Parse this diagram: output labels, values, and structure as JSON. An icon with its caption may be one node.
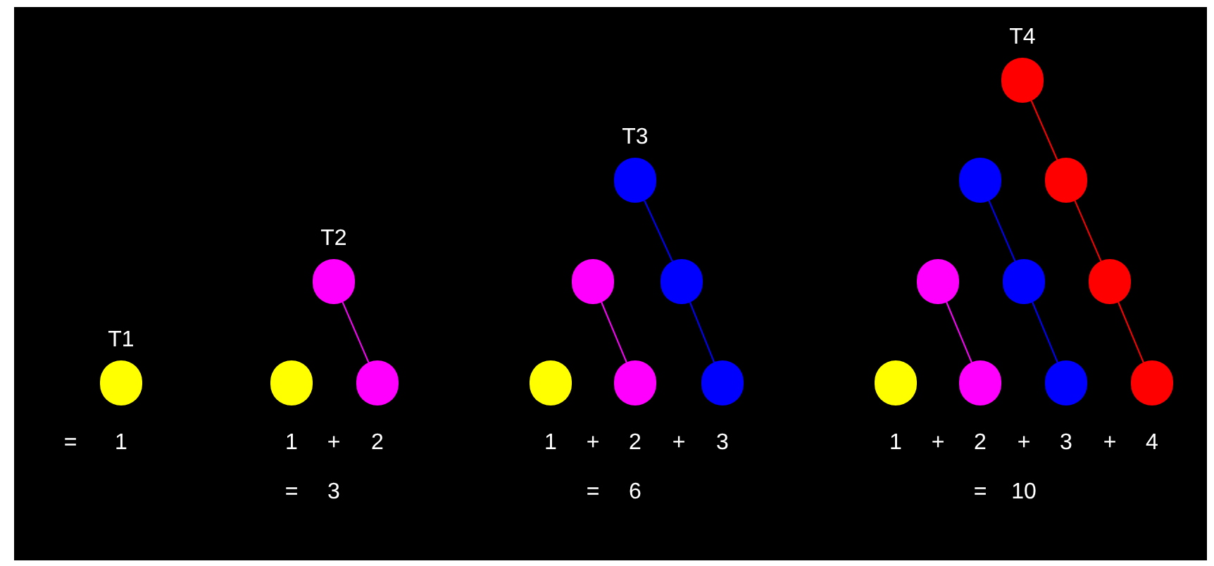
{
  "diagram": {
    "nodes": [
      {
        "text": [
          "T1"
        ]
      },
      {
        "text": [
          "T2"
        ]
      },
      {
        "text": [],
        "shape": "circle"
      },
      {
        "text": [],
        "shape": "circle"
      },
      {
        "text": [
          "T3"
        ]
      },
      {
        "text": [],
        "shape": "circle"
      },
      {
        "text": [],
        "shape": "circle"
      },
      {
        "text": [],
        "shape": "circle"
      },
      {
        "text": [],
        "shape": "circle"
      },
      {
        "text": [],
        "shape": "circle"
      },
      {
        "text": [
          "T4"
        ]
      },
      {
        "text": [],
        "shape": "circle"
      },
      {
        "text": [],
        "shape": "circle"
      },
      {
        "text": [],
        "shape": "circle"
      },
      {
        "text": [],
        "shape": "circle"
      },
      {
        "text": [],
        "shape": "circle"
      },
      {
        "text": [],
        "shape": "circle"
      },
      {
        "text": [],
        "shape": "circle"
      },
      {
        "text": [],
        "shape": "circle"
      },
      {
        "text": [],
        "shape": "circle"
      }
    ],
    "edges": [
      {
        "from": 1,
        "to": 3,
        "arrow": "none",
        "color": "#ff00ff"
      },
      {
        "from": 4,
        "to": 6,
        "arrow": "none",
        "color": "#0000ff"
      },
      {
        "from": 6,
        "to": 9,
        "arrow": "none",
        "color": "#0000ff"
      },
      {
        "from": 5,
        "to": 8,
        "arrow": "none",
        "color": "#ff00ff"
      },
      {
        "from": 10,
        "to": 12,
        "arrow": "none",
        "color": "#ff0000"
      },
      {
        "from": 12,
        "to": 15,
        "arrow": "none",
        "color": "#ff0000"
      },
      {
        "from": 15,
        "to": 19,
        "arrow": "none",
        "color": "#ff0000"
      },
      {
        "from": 11,
        "to": 14,
        "arrow": "none",
        "color": "#0000ff"
      },
      {
        "from": 14,
        "to": 18,
        "arrow": "none",
        "color": "#0000ff"
      },
      {
        "from": 13,
        "to": 17,
        "arrow": "none",
        "color": "#ff00ff"
      }
    ],
    "labels": [
      "=",
      "1",
      "1",
      "+",
      "2",
      "1",
      "+",
      "2",
      "+",
      "3",
      "1",
      "+",
      "2",
      "+",
      "3",
      "+",
      "4",
      "=",
      "3",
      "=",
      "6",
      "=",
      "10"
    ]
  }
}
